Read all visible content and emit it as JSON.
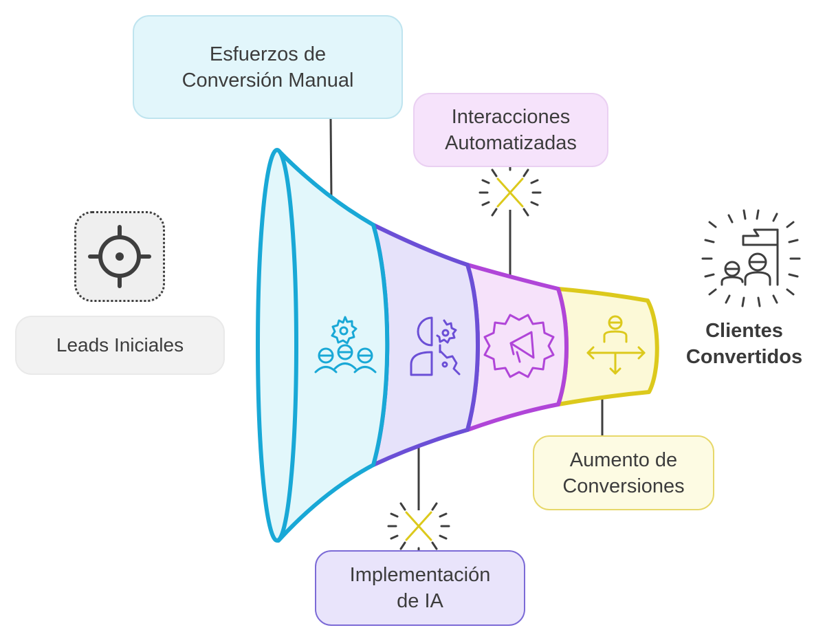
{
  "labels": {
    "manual_efforts": {
      "line1": "Esfuerzos de",
      "line2": "Conversión Manual"
    },
    "automated_interactions": {
      "line1": "Interacciones",
      "line2": "Automatizadas"
    },
    "ai_implementation": {
      "line1": "Implementación",
      "line2": "de IA"
    },
    "conversion_increase": {
      "line1": "Aumento de",
      "line2": "Conversiones"
    },
    "initial_leads": "Leads Iniciales",
    "converted_clients": {
      "line1": "Clientes",
      "line2": "Convertidos"
    }
  },
  "icons": {
    "initial_leads": "target-icon",
    "manual_stage": "team-gear-icon",
    "ai_stage": "head-gear-icon",
    "automation_stage": "megaphone-gear-icon",
    "conversion_stage": "person-arrows-icon",
    "clients": "flag-people-icon",
    "spark_automation": "spark-x-icon",
    "spark_ai": "spark-x-icon"
  },
  "colors": {
    "cyan": "#19a8d6",
    "cyan_fill": "#e2f7fb",
    "purple": "#6b4fd6",
    "purple_fill": "#e6e2fa",
    "magenta": "#b045d8",
    "magenta_fill": "#f6e2fa",
    "yellow": "#dcc91c",
    "yellow_fill": "#fcf9d7",
    "text": "#3c3c3c",
    "dark": "#3e3e3e"
  }
}
